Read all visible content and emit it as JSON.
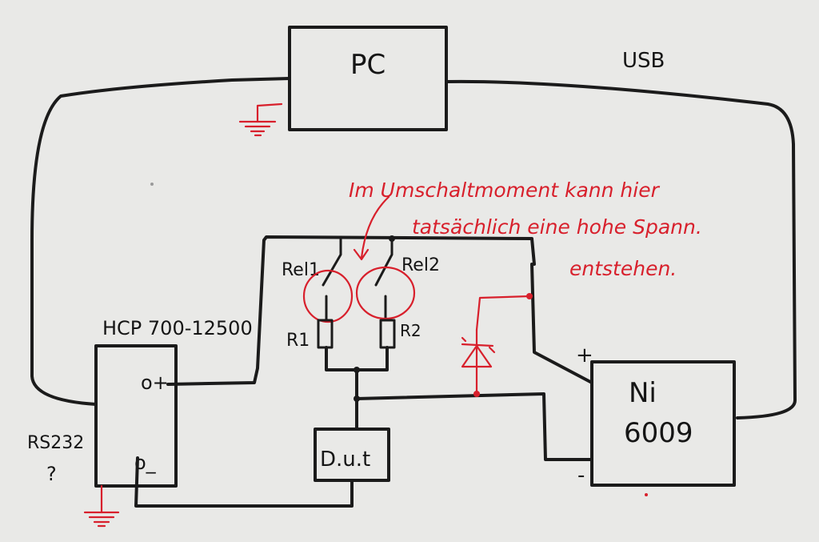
{
  "labels": {
    "pc": "PC",
    "usb": "USB",
    "hcp": "HCP 700-12500",
    "ni_line1": "Ni",
    "ni_line2": "6009",
    "rs232": "RS232",
    "question": "?",
    "rel1": "Rel1",
    "rel2": "Rel2",
    "r1": "R1",
    "r2": "R2",
    "dut": "D.u.t",
    "hcp_plus": "o+",
    "hcp_minus": "o_",
    "ni_plus": "+",
    "ni_minus": "-"
  },
  "annotation": {
    "line1": "Im Umschaltmoment kann hier",
    "line2": "tatsächlich eine hohe Spann.",
    "line3": "entstehen."
  },
  "colors": {
    "ink": "#1b1b1b",
    "annotation_red": "#d8202c",
    "paper": "#e9e9e7"
  }
}
